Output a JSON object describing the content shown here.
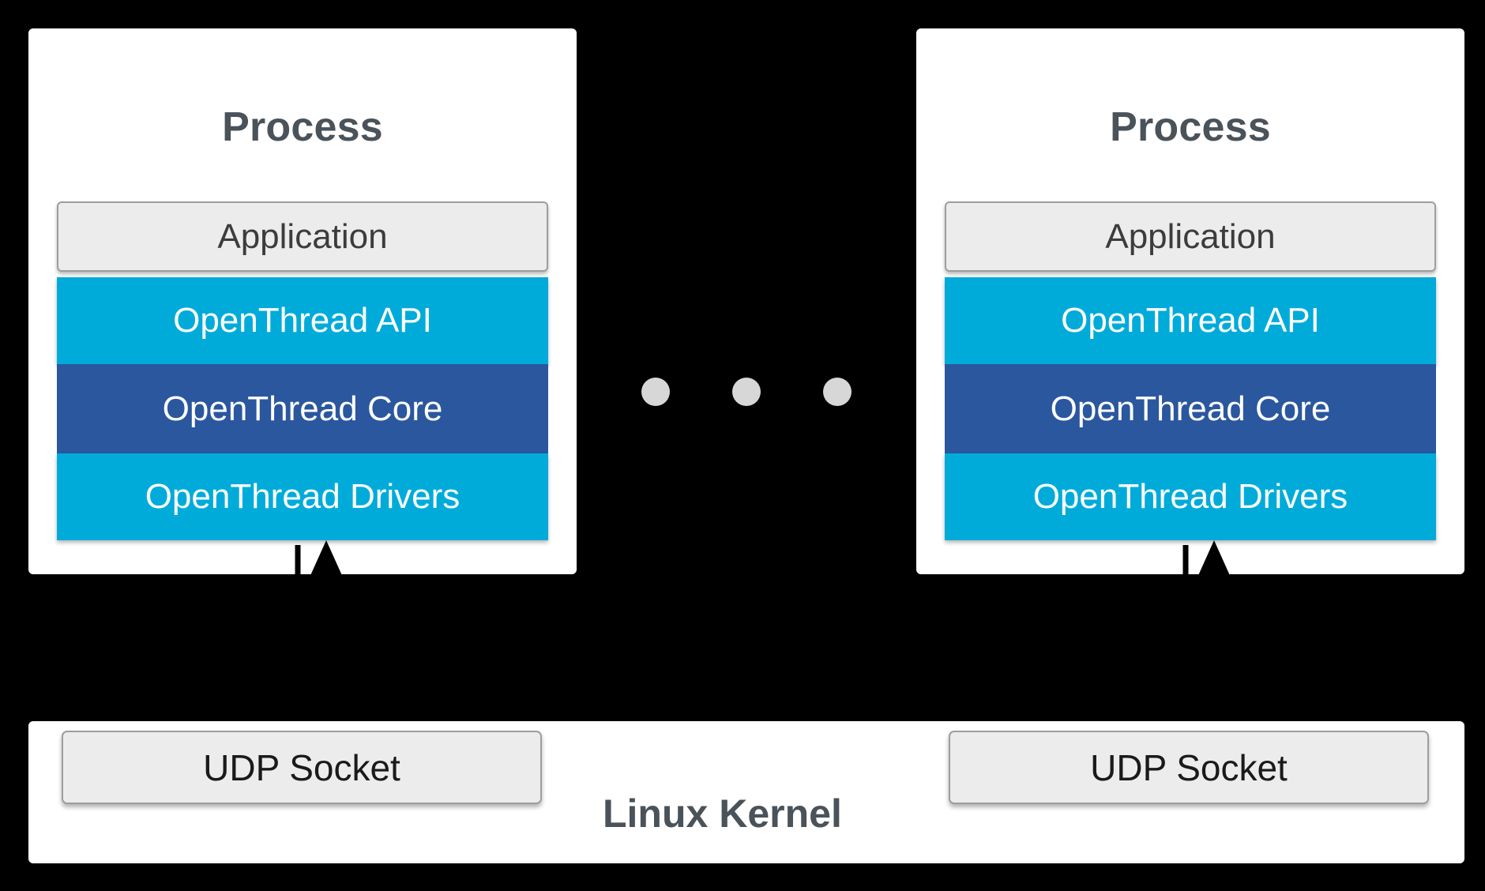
{
  "diagram": {
    "background_color": "#000000",
    "accent_cyan": "#00abda",
    "accent_blue": "#2a579e",
    "neutral_gray": "#ececec",
    "title_color": "#4a525a"
  },
  "processes": [
    {
      "title": "Process",
      "layers": [
        {
          "label": "Application",
          "style": "app"
        },
        {
          "label": "OpenThread API",
          "style": "api"
        },
        {
          "label": "OpenThread Core",
          "style": "core"
        },
        {
          "label": "OpenThread Drivers",
          "style": "drivers"
        }
      ]
    },
    {
      "title": "Process",
      "layers": [
        {
          "label": "Application",
          "style": "app"
        },
        {
          "label": "OpenThread API",
          "style": "api"
        },
        {
          "label": "OpenThread Core",
          "style": "core"
        },
        {
          "label": "OpenThread Drivers",
          "style": "drivers"
        }
      ]
    }
  ],
  "ellipsis": {
    "name": "more-processes-ellipsis",
    "dot_count": 3,
    "dot_color": "#d7d7d7"
  },
  "kernel": {
    "title": "Linux Kernel",
    "sockets": [
      {
        "label": "UDP Socket"
      },
      {
        "label": "UDP Socket"
      }
    ]
  },
  "connectors": [
    {
      "name": "socket-to-drivers-arrow-left",
      "direction": "up",
      "color": "#000000"
    },
    {
      "name": "socket-to-drivers-arrow-right",
      "direction": "up",
      "color": "#000000"
    }
  ]
}
